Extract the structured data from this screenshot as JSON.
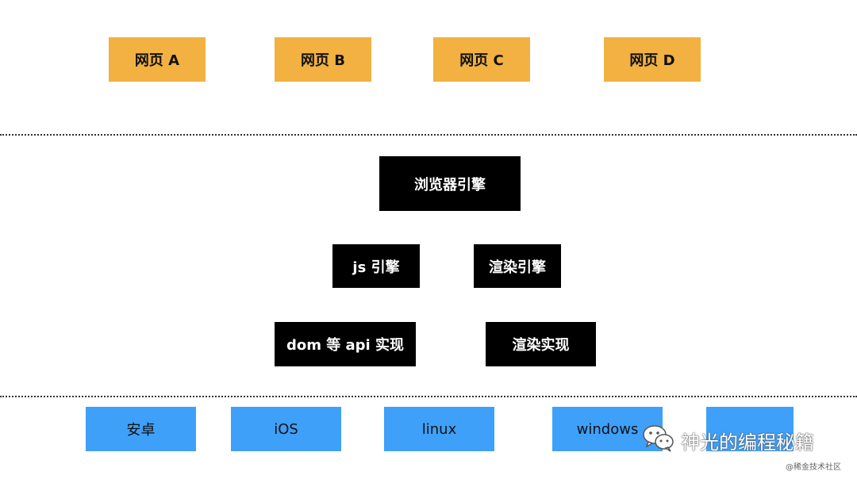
{
  "pages": [
    "网页 A",
    "网页 B",
    "网页 C",
    "网页 D"
  ],
  "engine": {
    "title": "浏览器引擎",
    "js_engine": "js 引擎",
    "render_engine": "渲染引擎",
    "dom_api": "dom 等 api 实现",
    "render_impl": "渲染实现"
  },
  "platforms": [
    "安卓",
    "iOS",
    "linux",
    "windows",
    ""
  ],
  "watermark": {
    "icon": "wechat-icon",
    "text": "神光的编程秘籍",
    "credit": "@稀金技术社区"
  },
  "colors": {
    "page_box": "#F2B140",
    "engine_box": "#000000",
    "platform_box": "#3FA0FA"
  }
}
